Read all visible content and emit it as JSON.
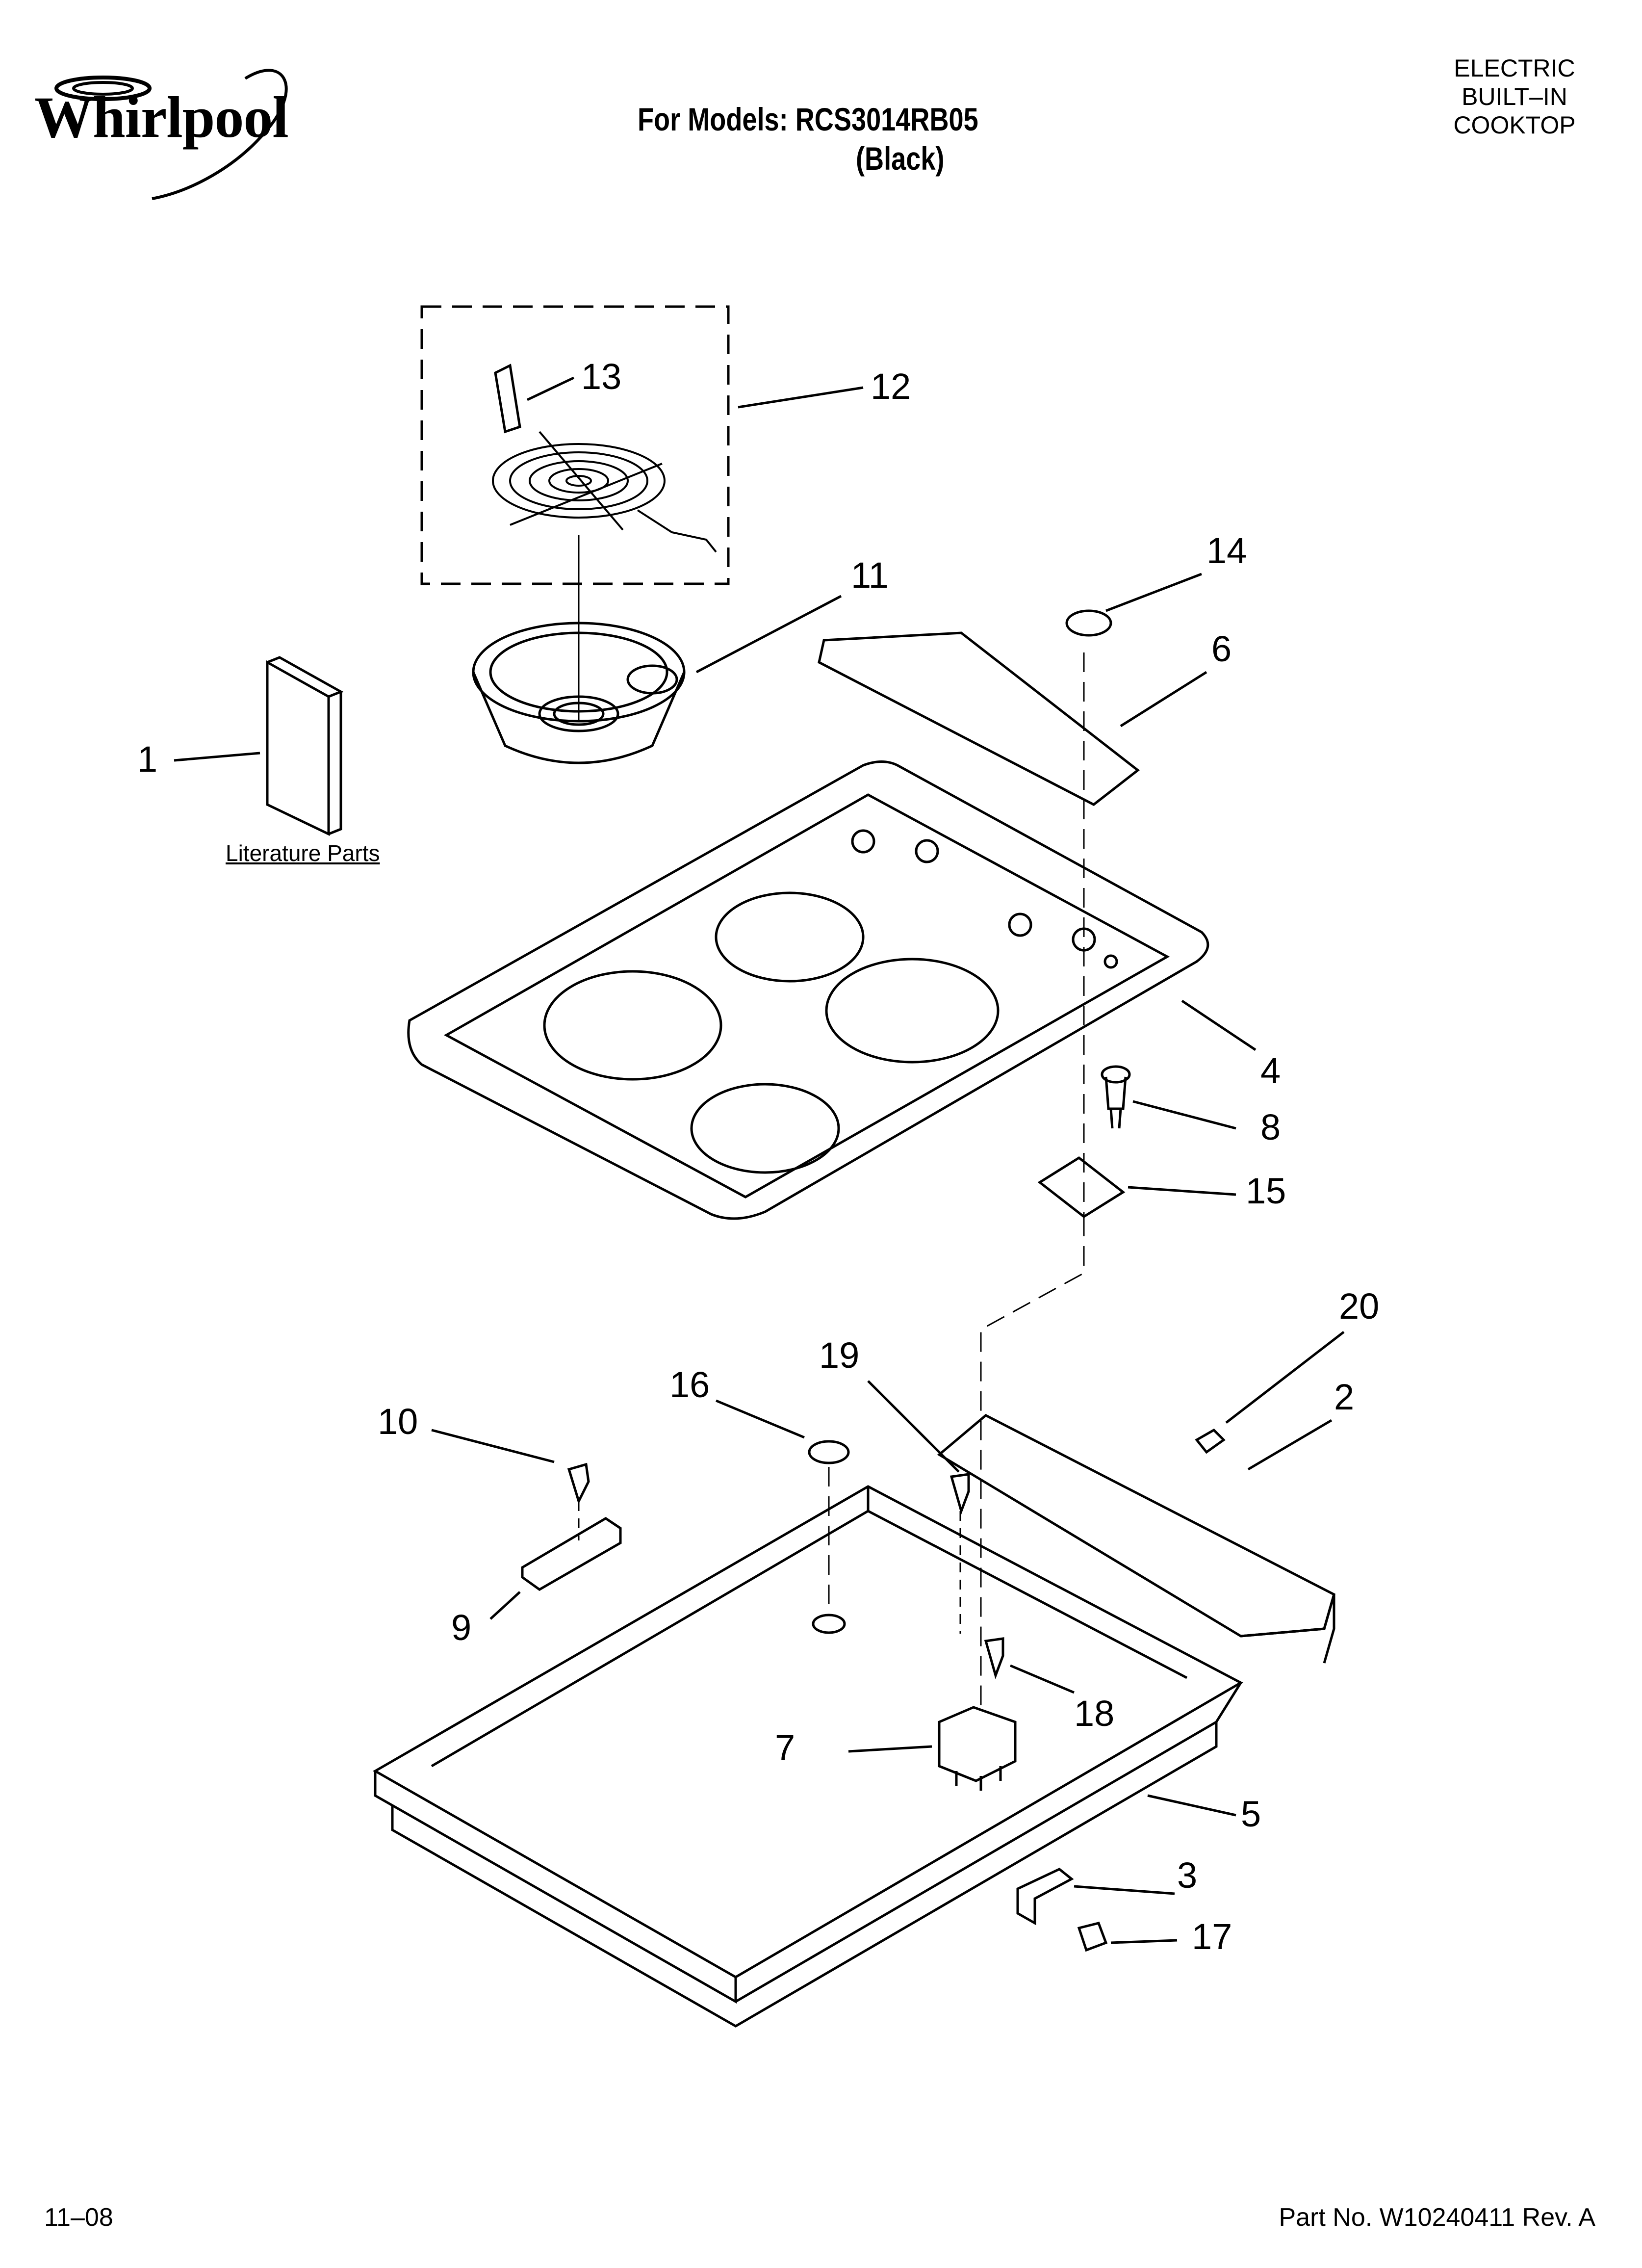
{
  "brand": {
    "logo_text": "Whirlpool"
  },
  "header": {
    "model_line": "For Models: RCS3014RB05",
    "color_line": "(Black)",
    "category_lines": [
      "ELECTRIC",
      "BUILT–IN",
      "COOKTOP"
    ]
  },
  "footer": {
    "date_code": "11–08",
    "part_number": "Part No. W10240411 Rev. A"
  },
  "literature_label": "Literature Parts",
  "callouts": [
    "1",
    "2",
    "3",
    "4",
    "5",
    "6",
    "7",
    "8",
    "9",
    "10",
    "11",
    "12",
    "13",
    "14",
    "15",
    "16",
    "17",
    "18",
    "19",
    "20"
  ]
}
